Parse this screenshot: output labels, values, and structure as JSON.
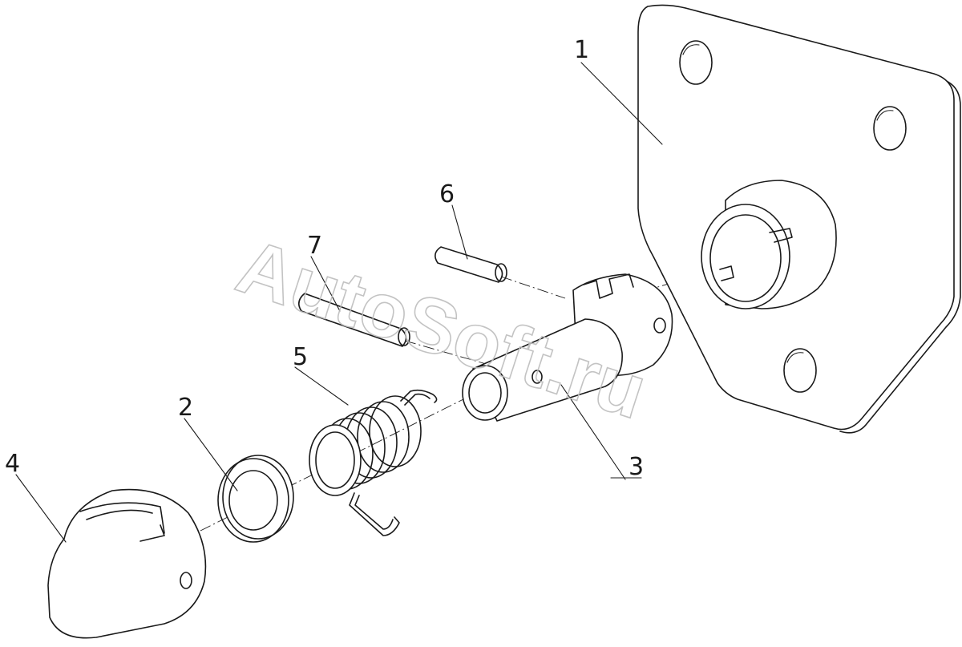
{
  "watermark": "AutoSoft.ru",
  "callouts": {
    "plate": "1",
    "washer": "2",
    "shaft": "3",
    "cap": "4",
    "spring": "5",
    "pin_short": "6",
    "pin_long": "7"
  }
}
